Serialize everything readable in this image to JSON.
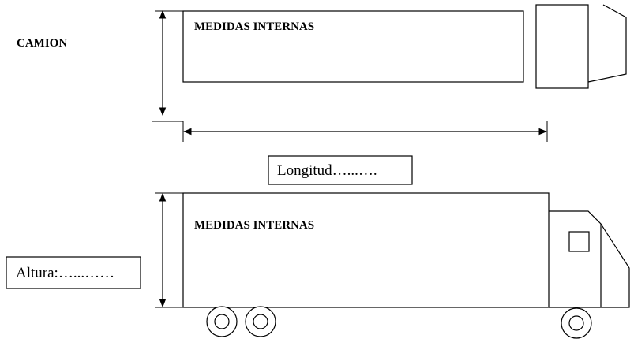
{
  "diagram": {
    "title": "CAMION",
    "top_view_label": "MEDIDAS INTERNAS",
    "side_view_label": "MEDIDAS INTERNAS",
    "length_field": "Longitud…...….",
    "height_field": "Altura:…...……"
  }
}
